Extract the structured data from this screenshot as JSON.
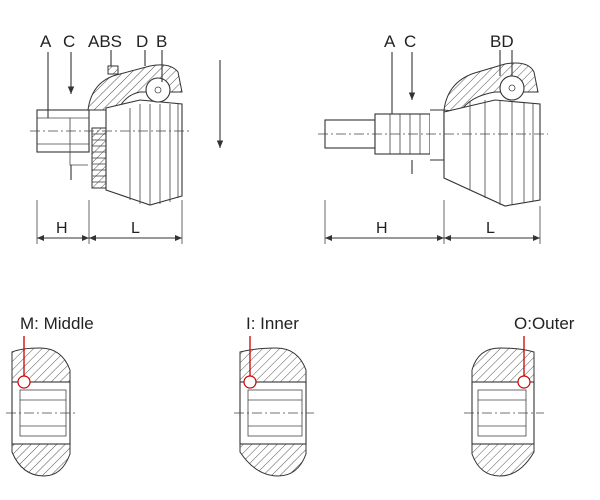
{
  "top_left": {
    "labels": [
      "A",
      "C",
      "ABS",
      "D",
      "B"
    ],
    "dims": [
      "H",
      "L"
    ]
  },
  "top_right": {
    "labels": [
      "A",
      "C",
      "BD"
    ],
    "dims": [
      "H",
      "L"
    ]
  },
  "bottom": {
    "middle": "M: Middle",
    "inner": "I: Inner",
    "outer": "O:Outer"
  }
}
